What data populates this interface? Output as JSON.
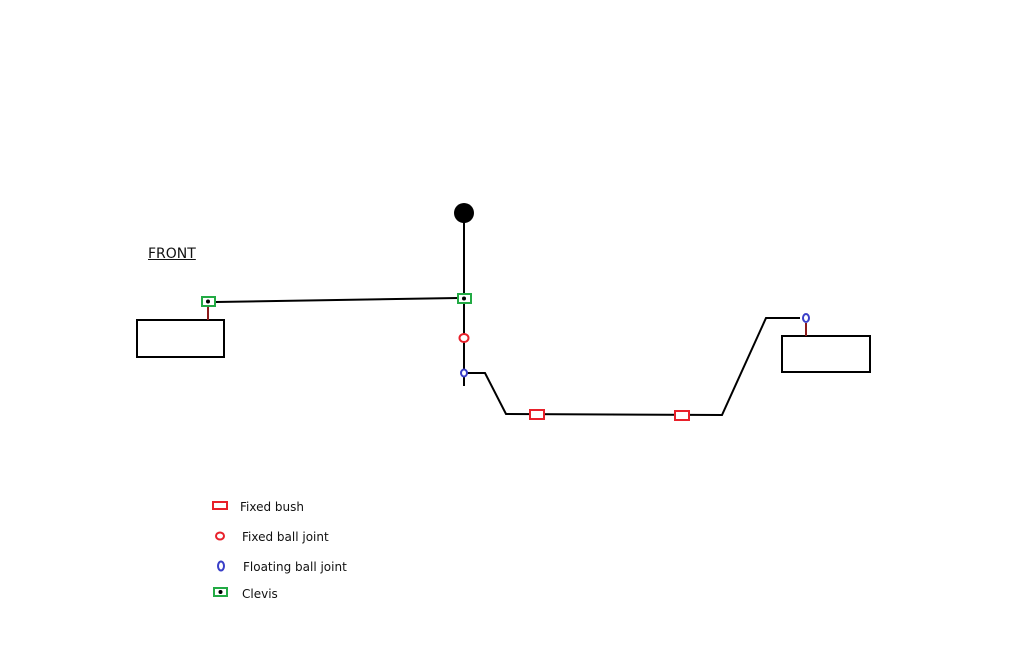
{
  "diagram": {
    "front_label": "FRONT",
    "colors": {
      "line": "#000000",
      "fixed_bush": "#e8202a",
      "fixed_ball_joint": "#e8202a",
      "floating_ball_joint": "#3a3fc8",
      "clevis": "#22aa44",
      "drop_link": "#8b1a1a"
    }
  },
  "legend": {
    "items": [
      {
        "label": "Fixed bush",
        "icon": "fixed-bush-icon"
      },
      {
        "label": "Fixed ball joint",
        "icon": "fixed-ball-joint-icon"
      },
      {
        "label": "Floating ball joint",
        "icon": "floating-ball-joint-icon"
      },
      {
        "label": "Clevis",
        "icon": "clevis-icon"
      }
    ]
  }
}
